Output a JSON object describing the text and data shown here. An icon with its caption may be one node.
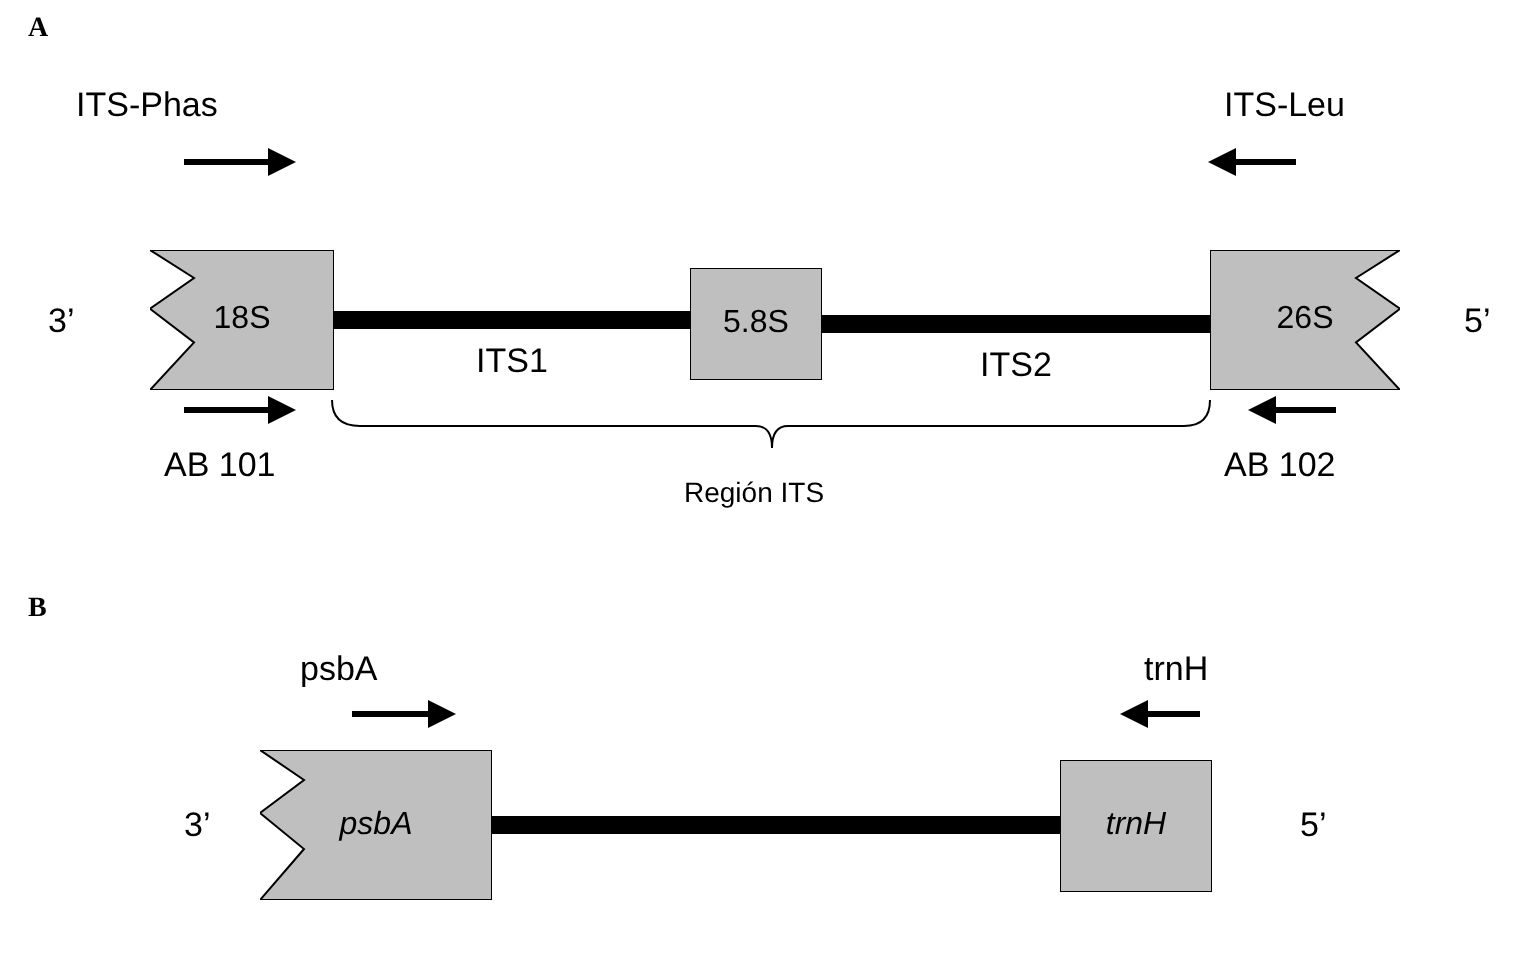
{
  "diagram": {
    "nodes": [
      {
        "text": [
          "18S"
        ]
      },
      {
        "text": [
          "5.8S"
        ]
      },
      {
        "text": [
          "26S"
        ]
      },
      {
        "text": [
          "psbA"
        ]
      },
      {
        "text": [
          "trnH"
        ]
      }
    ],
    "edges": [
      {
        "from": 0,
        "to": 1,
        "arrow": "none",
        "label": "ITS1"
      },
      {
        "from": 1,
        "to": 2,
        "arrow": "none",
        "label": "ITS2"
      },
      {
        "from": 3,
        "to": 4,
        "arrow": "none"
      }
    ],
    "labels": [
      "A",
      "ITS-Phas",
      "ITS-Leu",
      "3’",
      "5’",
      "AB 101",
      "AB 102",
      "Región ITS",
      "B",
      "psbA",
      "trnH",
      "3’",
      "5’"
    ]
  }
}
